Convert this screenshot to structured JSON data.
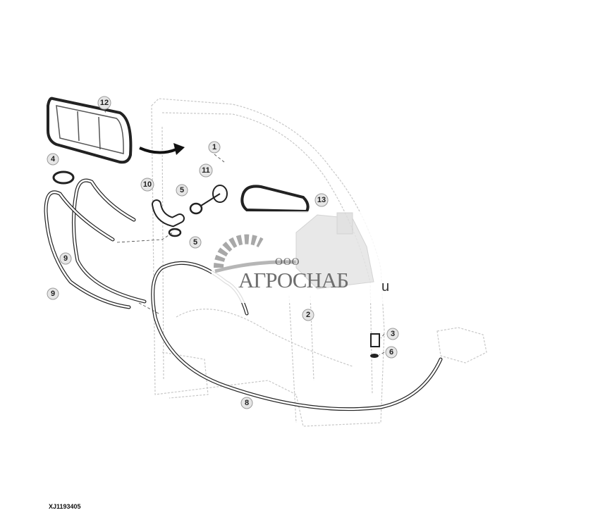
{
  "diagram": {
    "caption": "XJ1193405",
    "callouts": [
      "12",
      "1",
      "11",
      "4",
      "10",
      "5",
      "5",
      "13",
      "9",
      "9",
      "2",
      "3",
      "6",
      "8"
    ],
    "watermark": {
      "prefix": "ООО",
      "name": "АГРОСНАБ",
      "suffix": "u"
    }
  }
}
